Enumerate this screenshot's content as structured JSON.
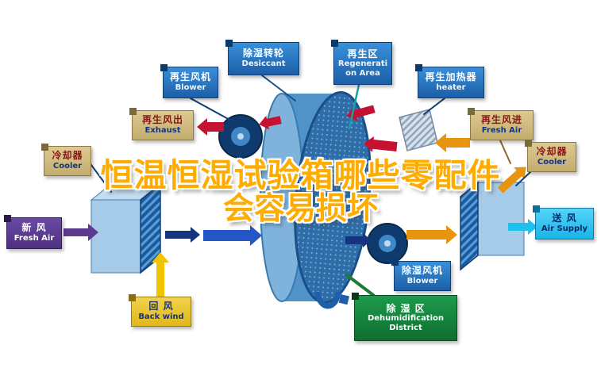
{
  "title": {
    "line1": "恒温恒湿试验箱哪些零配件",
    "line2": "会容易损坏"
  },
  "labels": {
    "desiccant": {
      "zh": "除湿转轮",
      "en": "Desiccant"
    },
    "regeneration_area": {
      "zh": "再生区",
      "en": "Regeneration Area"
    },
    "regen_blower": {
      "zh": "再生风机",
      "en": "Blower"
    },
    "regen_heater": {
      "zh": "再生加热器",
      "en": "heater"
    },
    "exhaust": {
      "zh": "再生风出",
      "en": "Exhaust"
    },
    "regen_fresh_air": {
      "zh": "再生风进",
      "en": "Fresh Air"
    },
    "cooler_left": {
      "zh": "冷却器",
      "en": "Cooler"
    },
    "cooler_right": {
      "zh": "冷却器",
      "en": "Cooler"
    },
    "fresh_air": {
      "zh": "新 风",
      "en": "Fresh Air"
    },
    "air_supply": {
      "zh": "送 风",
      "en": "Air Supply"
    },
    "back_wind": {
      "zh": "回 风",
      "en": "Back wind"
    },
    "dehumid_blower": {
      "zh": "除湿风机",
      "en": "Blower"
    },
    "dehumid_district": {
      "zh": "除 湿 区",
      "en": "Dehumidification District"
    }
  },
  "components": {
    "desiccant_wheel": "rotary desiccant wheel",
    "left_unit": "cooling coil unit (process inlet)",
    "right_unit": "cooling coil unit (supply side)",
    "regeneration_fan": "regeneration blower fan",
    "dehumidification_fan": "process blower fan",
    "heater_block": "regeneration heater"
  },
  "palette": {
    "background": "#ffffff",
    "title_text": "#ffac00",
    "title_outline": "#ffffff",
    "label_blue": "#1b5fa8",
    "label_tan": "#cdb478",
    "label_purple": "#56368c",
    "label_cyan": "#2cc0ef",
    "label_yellow": "#e6be20",
    "label_green": "#127038",
    "arrow_red": "#c41230",
    "arrow_orange": "#e8940f",
    "arrow_royal_blue": "#2456c8",
    "arrow_navy": "#16337f",
    "arrow_purple": "#5b3b8f",
    "arrow_cyan": "#1ec0ee",
    "arrow_yellow": "#f2c400",
    "wheel_blue": "#4f93c8",
    "coil_blue": "#1b5a9e"
  }
}
